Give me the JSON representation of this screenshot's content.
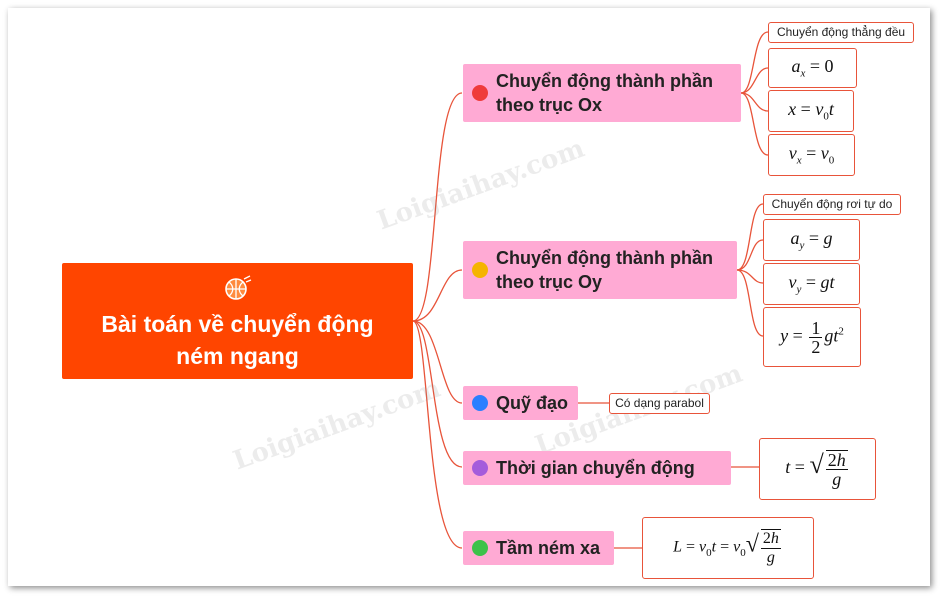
{
  "root": {
    "title_line1": "Bài toán về chuyển động",
    "title_line2": "ném ngang",
    "icon": "basketball-icon"
  },
  "branches": [
    {
      "line1": "Chuyển động thành phần",
      "line2": "theo trục Ox",
      "dot_color": "#ef3b3b",
      "note": "Chuyển động thẳng đều",
      "formulas": [
        "a_x = 0",
        "x = v_0 t",
        "v_x = v_0"
      ]
    },
    {
      "line1": "Chuyển động thành phần",
      "line2": "theo trục Oy",
      "dot_color": "#f5b400",
      "note": "Chuyển động rơi tự do",
      "formulas": [
        "a_y = g",
        "v_y = gt",
        "y = 1/2 gt^2"
      ]
    },
    {
      "line1": "Quỹ đạo",
      "dot_color": "#2a7fff",
      "note": "Có dạng parabol"
    },
    {
      "line1": "Thời gian chuyển động",
      "dot_color": "#a45cdb",
      "formulas": [
        "t = sqrt(2h/g)"
      ]
    },
    {
      "line1": "Tầm ném xa",
      "dot_color": "#3cc24a",
      "formulas": [
        "L = v_0 t = v_0 sqrt(2h/g)"
      ]
    }
  ],
  "colors": {
    "root": "#ff4500",
    "branch": "#ffaad4",
    "line": "#e8543a"
  },
  "watermark": "Loigiaihay.com"
}
